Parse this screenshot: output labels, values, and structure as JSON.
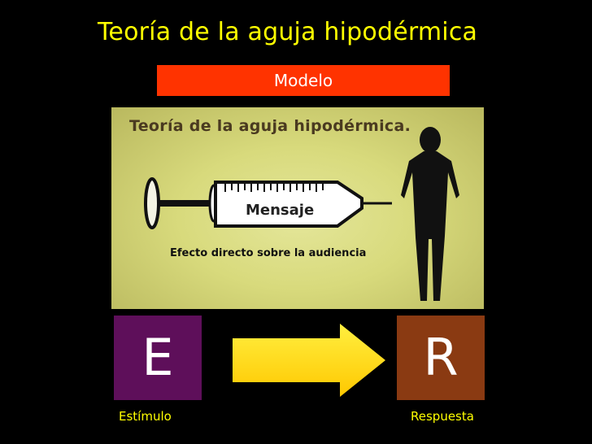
{
  "slide": {
    "title": "Teoría de la aguja hipodérmica",
    "subtitle": "Modelo"
  },
  "poster": {
    "title": "Teoría de la aguja hipodérmica.",
    "syringe_text": "Mensaje",
    "caption": "Efecto directo sobre la audiencia"
  },
  "diagram": {
    "stimulus_letter": "E",
    "stimulus_label": "Estímulo",
    "response_letter": "R",
    "response_label": "Respuesta"
  },
  "colors": {
    "background": "#000000",
    "title": "#ffff00",
    "model_bar": "#ff3300",
    "stimulus_box": "#5e0f5a",
    "response_box": "#8a3a12",
    "arrow": "#ffd400"
  }
}
